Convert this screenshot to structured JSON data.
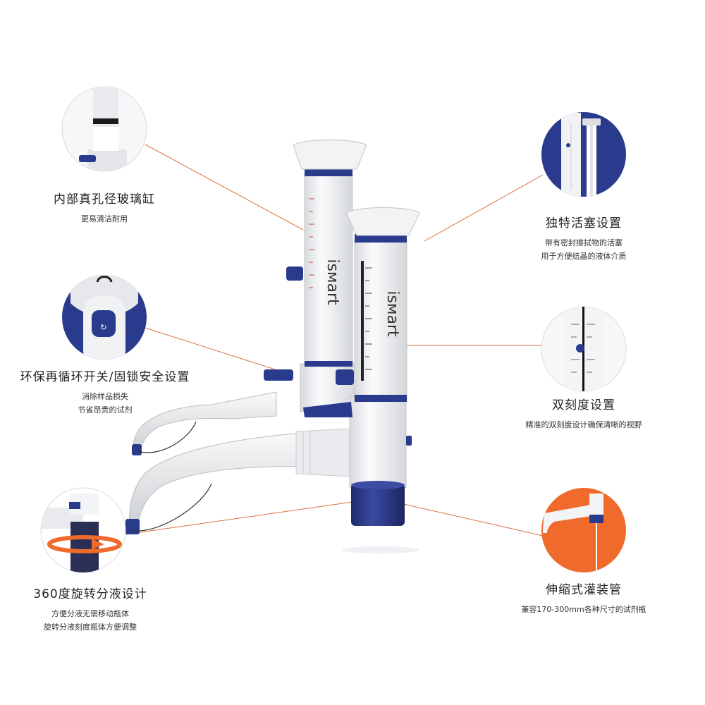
{
  "brand": "isмart",
  "features": {
    "inner_glass": {
      "title": "内部真孔径玻璃缸",
      "lines": [
        "更易清洁耐用"
      ],
      "icon": "glass-cylinder-closeup"
    },
    "piston": {
      "title": "独特活塞设置",
      "lines": [
        "带有密封擦拭物的活塞",
        "用于方便结晶的液体介质"
      ],
      "icon": "piston-closeup"
    },
    "valve": {
      "title": "环保再循环开关/固锁安全设置",
      "lines": [
        "消除样品损失",
        "节省昂贵的试剂"
      ],
      "icon": "recirculation-valve-closeup"
    },
    "scale": {
      "title": "双刻度设置",
      "lines": [
        "精准的双刻度设计确保清晰的视野"
      ],
      "icon": "dual-scale-closeup"
    },
    "rotation": {
      "title": "360度旋转分液设计",
      "lines": [
        "方便分液无需移动瓶体",
        "旋转分液刻度瓶体方便调整"
      ],
      "icon": "rotation-arrow-closeup"
    },
    "tube": {
      "title": "伸缩式灌装管",
      "lines": [
        "兼容170-300mm各种尺寸的试剂瓶"
      ],
      "icon": "telescopic-tube-closeup"
    }
  },
  "colors": {
    "accent_blue": "#2a3a8c",
    "line_orange": "#e0602a",
    "body_white": "#eceef1",
    "tube_orange_bg": "#ef6a2b"
  }
}
